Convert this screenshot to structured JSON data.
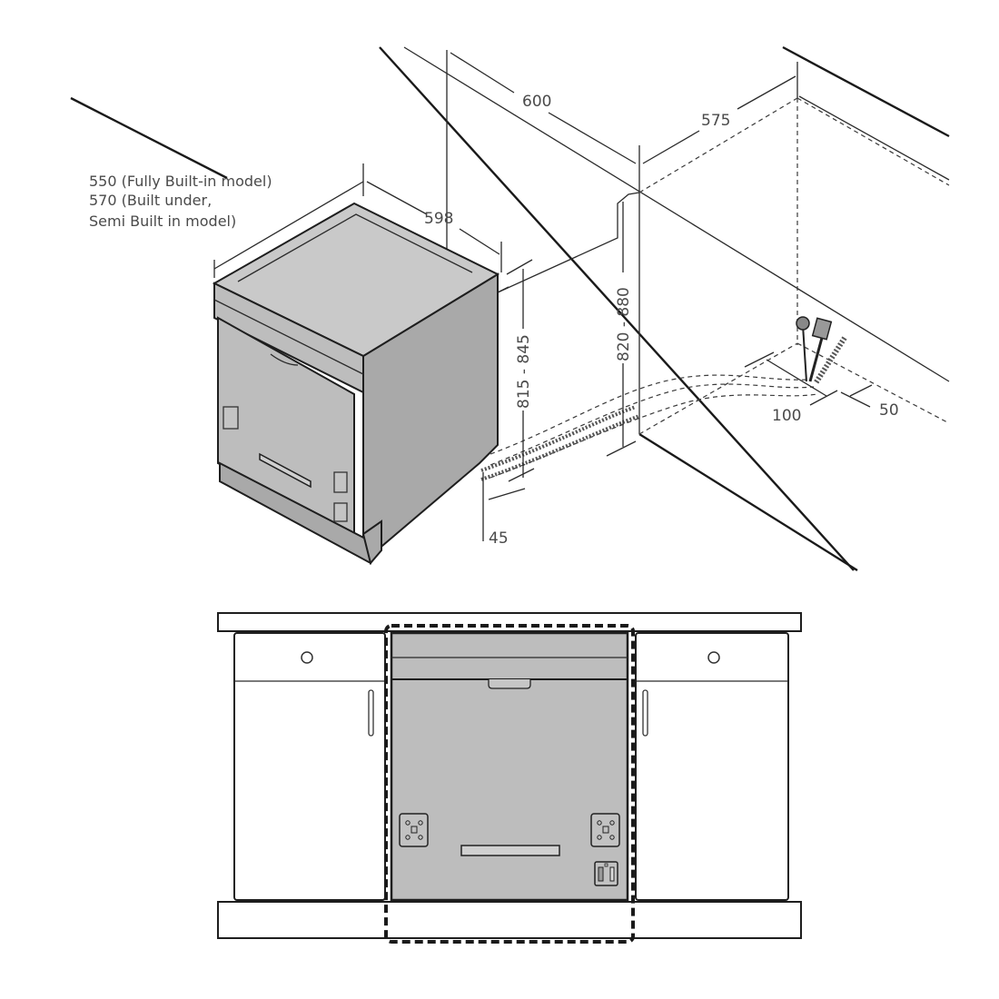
{
  "diagram": {
    "title": "Dishwasher installation dimensions (mm)",
    "isometric_view": {
      "depth_note": {
        "line1": "550 (Fully Built-in model)",
        "line2": "570 (Built under,",
        "line3": "Semi Built in model)"
      },
      "dimensions": {
        "appliance_width": "598",
        "niche_width": "600",
        "niche_depth": "575",
        "appliance_height": "815 - 845",
        "niche_height": "820 - 880",
        "plinth_depth": "45",
        "connection_width": "100",
        "connection_depth": "50"
      },
      "parts": {
        "appliance": "dishwasher",
        "connections": [
          "power-plug",
          "water-inlet-valve",
          "drain-hose"
        ]
      }
    },
    "front_view": {
      "left_cabinet": {
        "drawer_knob": "knob",
        "door_handle": "vertical-handle"
      },
      "center": "built-in-dishwasher (dashed outline)",
      "right_cabinet": {
        "drawer_knob": "knob",
        "door_handle": "vertical-handle"
      }
    },
    "colors": {
      "appliance_fill": "#bdbdbd",
      "line": "#1e1e1e",
      "text": "#4a4a4a",
      "background": "#ffffff"
    }
  }
}
